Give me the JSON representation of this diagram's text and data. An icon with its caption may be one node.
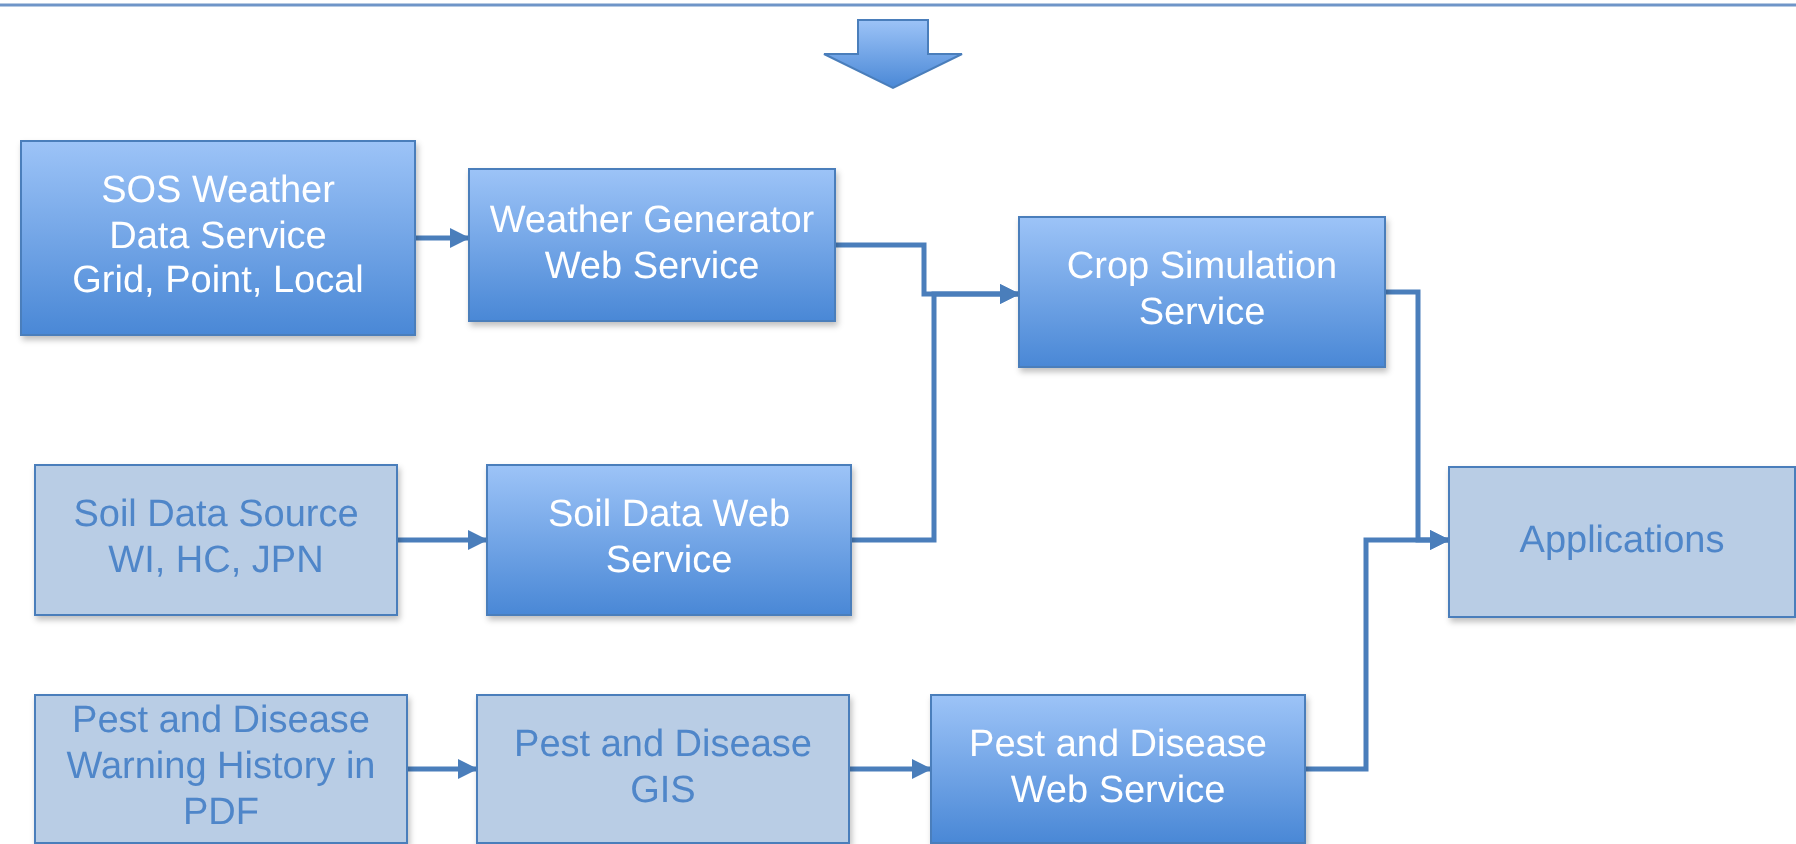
{
  "diagram": {
    "nodes": [
      {
        "text": [
          "SOS Weather Data Service Grid, Point, Local"
        ]
      },
      {
        "text": [
          "Weather Generator Web Service"
        ]
      },
      {
        "text": [
          "Crop Simulation Service"
        ]
      },
      {
        "text": [
          "Soil Data Source WI, HC, JPN"
        ]
      },
      {
        "text": [
          "Soil Data Web Service"
        ]
      },
      {
        "text": [
          "Applications"
        ]
      },
      {
        "text": [
          "Pest and Disease Warning History in PDF"
        ]
      },
      {
        "text": [
          "Pest and Disease GIS"
        ]
      },
      {
        "text": [
          "Pest and Disease Web Service"
        ]
      }
    ],
    "edges": [
      {
        "from": 0,
        "to": 1,
        "arrow": "to"
      },
      {
        "from": 1,
        "to": 2,
        "arrow": "to"
      },
      {
        "from": 4,
        "to": 2,
        "arrow": "to"
      },
      {
        "from": 3,
        "to": 4,
        "arrow": "to"
      },
      {
        "from": 2,
        "to": 5,
        "arrow": "to"
      },
      {
        "from": 8,
        "to": 5,
        "arrow": "to"
      },
      {
        "from": 6,
        "to": 7,
        "arrow": "to"
      },
      {
        "from": 7,
        "to": 8,
        "arrow": "to"
      }
    ]
  }
}
